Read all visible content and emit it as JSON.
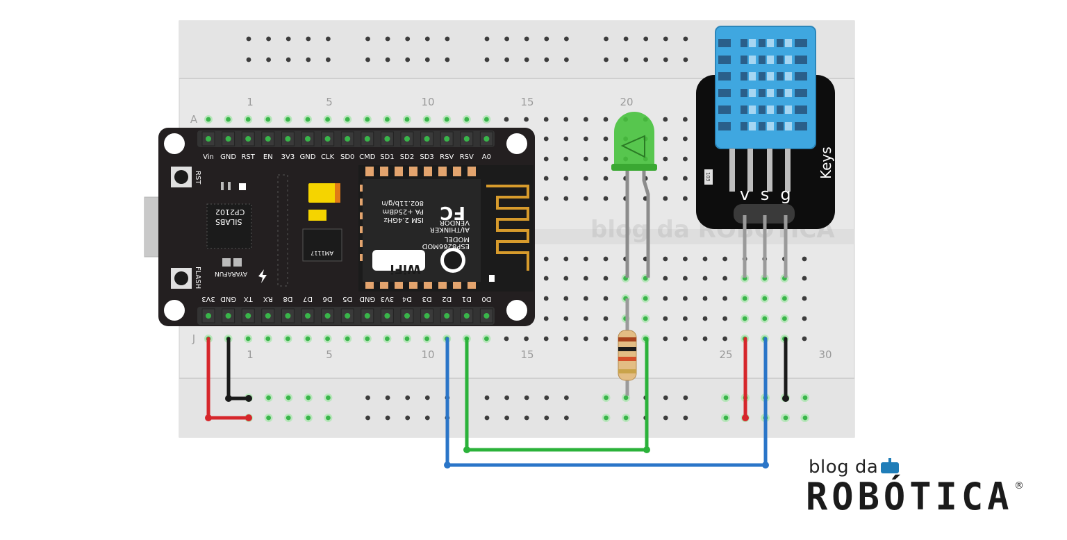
{
  "breadboard": {
    "top_numbers": [
      "1",
      "5",
      "10",
      "15",
      "20"
    ],
    "bottom_numbers": [
      "1",
      "5",
      "10",
      "15",
      "25",
      "30"
    ],
    "row_letters": [
      "A",
      "J"
    ]
  },
  "nodemcu": {
    "top_pins": [
      "Vin",
      "GND",
      "RST",
      "EN",
      "3V3",
      "GND",
      "CLK",
      "SD0",
      "CMD",
      "SD1",
      "SD2",
      "SD3",
      "RSV",
      "RSV",
      "A0"
    ],
    "bottom_pins": [
      "3V3",
      "GND",
      "TX",
      "RX",
      "D8",
      "D7",
      "D6",
      "D5",
      "GND",
      "3V3",
      "D4",
      "D3",
      "D2",
      "D1",
      "D0"
    ],
    "button_rst": "RST",
    "button_flash": "FLASH",
    "chip_lines": [
      "SILABS",
      "CP2102"
    ],
    "regulator": "AM1117",
    "maker": "AYARAFUN",
    "module_lines": [
      "MODEL",
      "ESP8266MOD",
      "VENDOR",
      "AI/THINKER",
      "ISM 2.4GHz",
      "PA +25dBm",
      "802.11b/g/n"
    ],
    "fcc": "FC",
    "wifi": "WiFi"
  },
  "dht": {
    "brand": "Keys",
    "pins": [
      "v",
      "s",
      "g"
    ],
    "resistor_code": "103"
  },
  "watermark": "blog da ROBÓTICA",
  "logo": {
    "tagline": "blog da",
    "brand": "ROBÓTICA",
    "registered": "®"
  },
  "colors": {
    "board": "#e6e6e6",
    "board_dark": "#d6d6d6",
    "hole": "#3c3c3c",
    "hole_active": "#39b54a",
    "pcb": "#231f20",
    "wire_red": "#d6262b",
    "wire_black": "#1a1a1a",
    "wire_blue": "#2a75c8",
    "wire_green": "#2bb23a",
    "led": "#47c23d",
    "dht_body": "#3fa7e0"
  }
}
